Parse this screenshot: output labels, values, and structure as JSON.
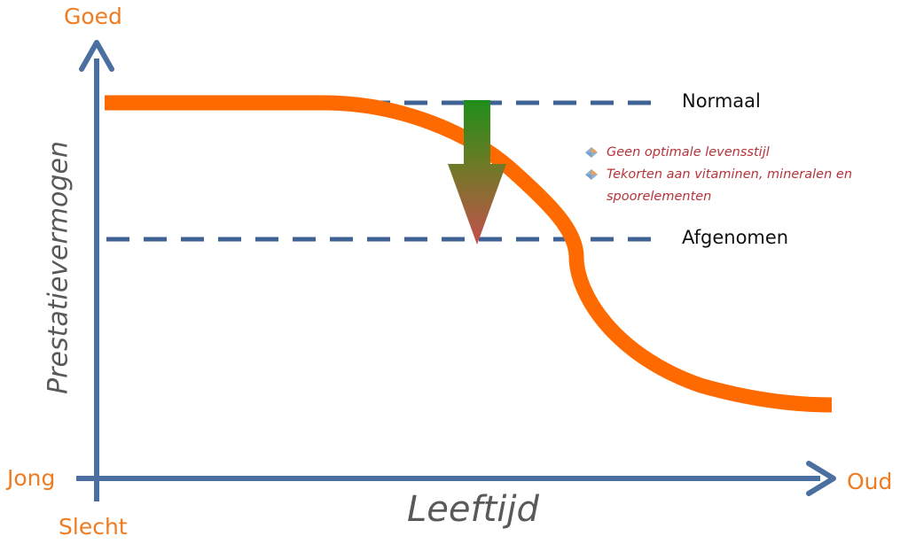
{
  "y_axis": {
    "top_label": "Goed",
    "bottom_label": "Slecht",
    "title": "Prestatievermogen"
  },
  "x_axis": {
    "left_label": "Jong",
    "right_label": "Oud",
    "title": "Leeftijd"
  },
  "levels": {
    "normal": "Normaal",
    "reduced": "Afgenomen"
  },
  "reasons": [
    "Geen optimale levensstijl",
    "Tekorten aan vitaminen, mineralen en spoorelementen"
  ],
  "colors": {
    "axis": "#4a6fa0",
    "dashed_line": "#3f6294",
    "curve": "#ff6a00",
    "label_orange": "#f07c22",
    "arrow_top": "#1f8e1a",
    "arrow_bottom": "#c4504d",
    "reason_text": "#b5343a"
  },
  "icons": {
    "bullet": "diamond-bullet-icon"
  }
}
